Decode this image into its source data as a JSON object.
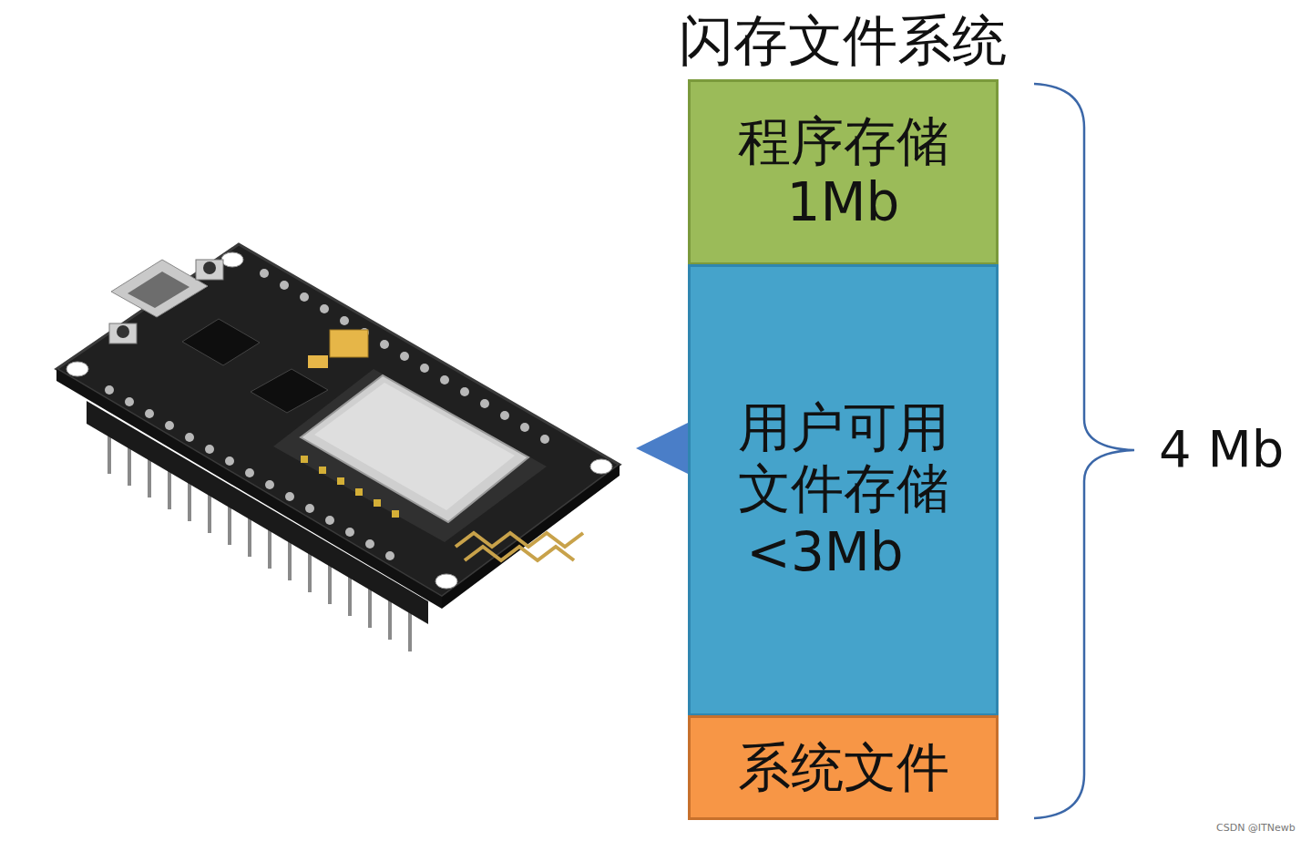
{
  "diagram": {
    "title": "闪存文件系统",
    "nodes": [
      {
        "text": [
          "程序存储",
          "1Mb"
        ]
      },
      {
        "text": [
          "用户可用文件存储",
          "<3Mb"
        ]
      },
      {
        "text": [
          "系统文件"
        ]
      }
    ],
    "labels": [
      "4 Mb",
      "CSDN @ITNewb"
    ]
  }
}
